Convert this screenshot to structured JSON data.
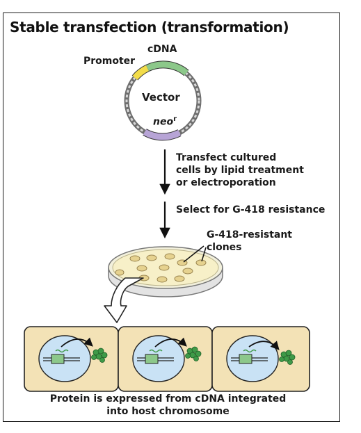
{
  "figure": {
    "title": "Stable transfection (transformation)",
    "vector": {
      "promoter_label": "Promoter",
      "cdna_label": "cDNA",
      "vector_label": "Vector",
      "marker_label": "neo",
      "marker_superscript": "r"
    },
    "steps": {
      "step1_line1": "Transfect cultured",
      "step1_line2": "cells by lipid treatment",
      "step1_line3": "or electroporation",
      "step2": "Select for G-418 resistance"
    },
    "dish": {
      "clones_line1": "G-418-resistant",
      "clones_line2": "clones"
    },
    "caption": {
      "line1": "Protein is expressed from cDNA integrated",
      "line2": "into host chromosome"
    },
    "colors": {
      "promoter": "#f2dc4a",
      "cdna": "#8cc88a",
      "neo": "#b7a4d6",
      "cell": "#f3e2b6",
      "nucleus": "#c9e2f5",
      "protein": "#3f9a48"
    }
  }
}
